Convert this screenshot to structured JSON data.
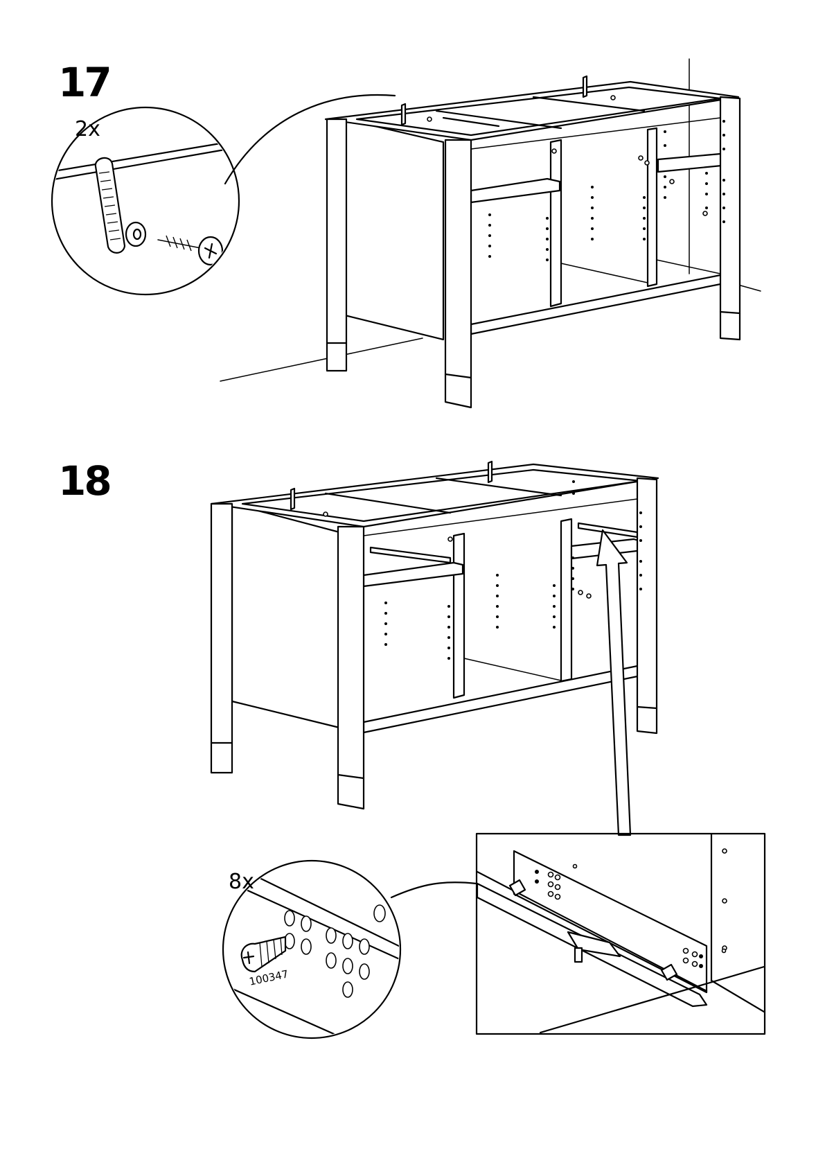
{
  "steps": [
    {
      "number": "17",
      "callout_quantity": "2x"
    },
    {
      "number": "18",
      "callout_quantity": "8x",
      "part_code": "100347"
    }
  ]
}
